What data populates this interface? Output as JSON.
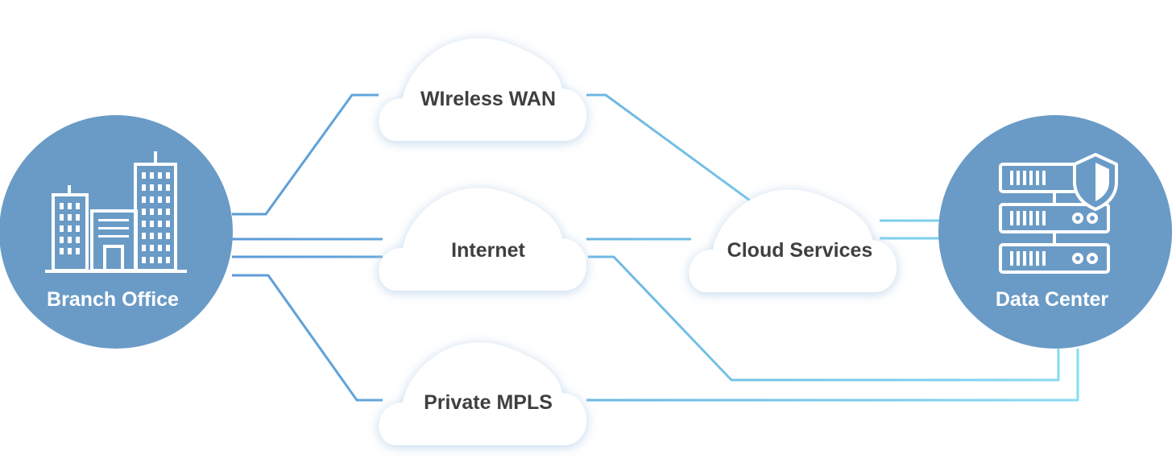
{
  "nodes": {
    "branch_office": {
      "label": "Branch Office",
      "icon": "office-buildings-icon"
    },
    "data_center": {
      "label": "Data Center",
      "icon": "server-rack-shield-icon"
    }
  },
  "clouds": {
    "wireless_wan": {
      "label": "WIreless WAN"
    },
    "internet": {
      "label": "Internet"
    },
    "private_mpls": {
      "label": "Private MPLS"
    },
    "cloud_services": {
      "label": "Cloud Services"
    }
  },
  "colors": {
    "node_fill": "#6a9bc6",
    "line_left": "#5b9bd5",
    "line_right": "#7fd8f0",
    "cloud_fill": "#ffffff",
    "cloud_shadow": "#b9d2ea",
    "label_text": "#3f3f3f",
    "node_text": "#ffffff"
  }
}
